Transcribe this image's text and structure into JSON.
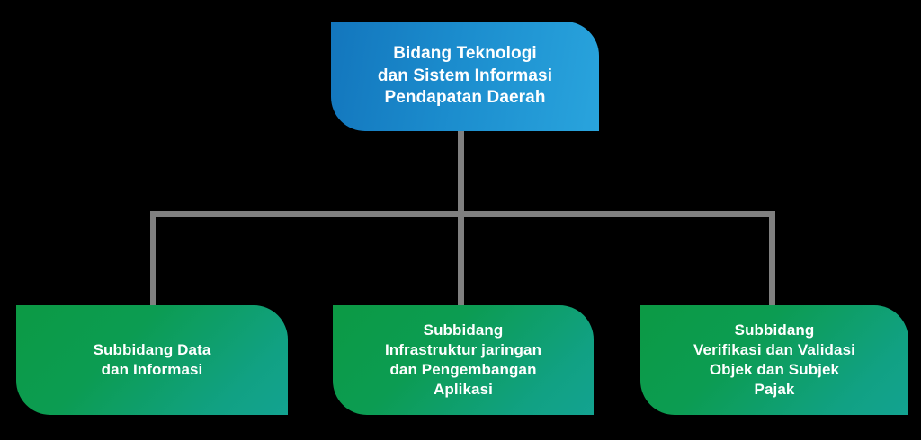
{
  "diagram": {
    "type": "organizational-chart",
    "title_text": "Bidang Teknologi dan Sistem Informasi Pendapatan Daerah",
    "background_color": "#000000",
    "connector_color": "#808080",
    "root": {
      "label": "Bidang Teknologi\ndan Sistem Informasi\nPendapatan Daerah",
      "gradient_from": "#1376bd",
      "gradient_to": "#29a4dd"
    },
    "children": [
      {
        "label": "Subbidang Data\ndan Informasi",
        "gradient_from": "#0c9a44",
        "gradient_to": "#13a391"
      },
      {
        "label": "Subbidang\nInfrastruktur jaringan\ndan Pengembangan\nAplikasi",
        "gradient_from": "#0c9a44",
        "gradient_to": "#13a391"
      },
      {
        "label": "Subbidang\nVerifikasi dan Validasi\nObjek dan Subjek\nPajak",
        "gradient_from": "#0c9a44",
        "gradient_to": "#13a391"
      }
    ]
  }
}
